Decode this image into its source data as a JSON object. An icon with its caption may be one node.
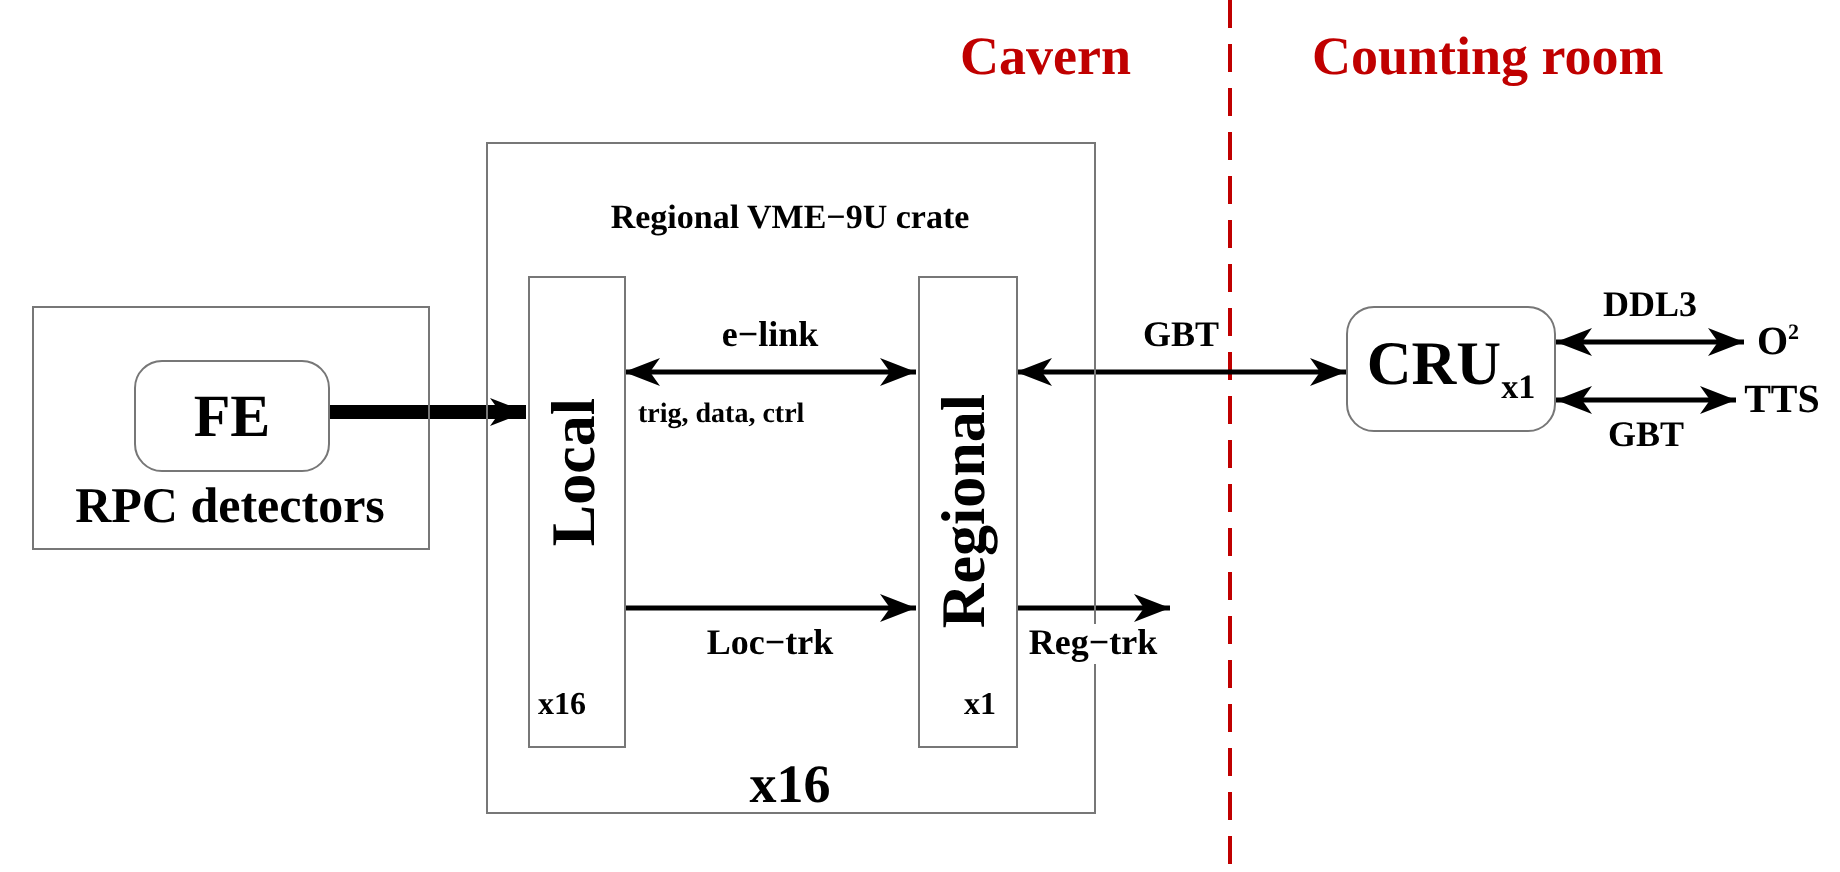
{
  "diagram": {
    "nodes": [
      {
        "text": [
          "RPC detectors"
        ]
      },
      {
        "text": [
          "FE"
        ],
        "in": 0
      },
      {
        "text": [
          "Regional VME−9U crate",
          "x16"
        ]
      },
      {
        "text": [
          "Local",
          "x16"
        ],
        "in": 2
      },
      {
        "text": [
          "Regional",
          "x1"
        ],
        "in": 2
      },
      {
        "text": [
          "CRU$_{x1}$"
        ]
      },
      {
        "text": [
          "O$^{2}$"
        ]
      },
      {
        "text": [
          "TTS"
        ]
      }
    ],
    "edges": [
      {
        "from": 1,
        "to": 3,
        "arrow": "to",
        "style": "thick"
      },
      {
        "from": 3,
        "to": 4,
        "arrow": "both",
        "label": "e−link"
      },
      {
        "from": 3,
        "to": 4,
        "arrow": "to",
        "label": "Loc−trk"
      },
      {
        "from": 4,
        "to": 5,
        "arrow": "both",
        "label": "GBT"
      },
      {
        "from": 4,
        "to": null,
        "arrow": "to",
        "label": "Reg−trk"
      },
      {
        "from": 5,
        "to": 6,
        "arrow": "both",
        "label": "DDL3"
      },
      {
        "from": 5,
        "to": 7,
        "arrow": "both",
        "label": "GBT"
      }
    ],
    "labels": [
      "Cavern",
      "Counting room",
      "trig, data, ctrl"
    ]
  }
}
